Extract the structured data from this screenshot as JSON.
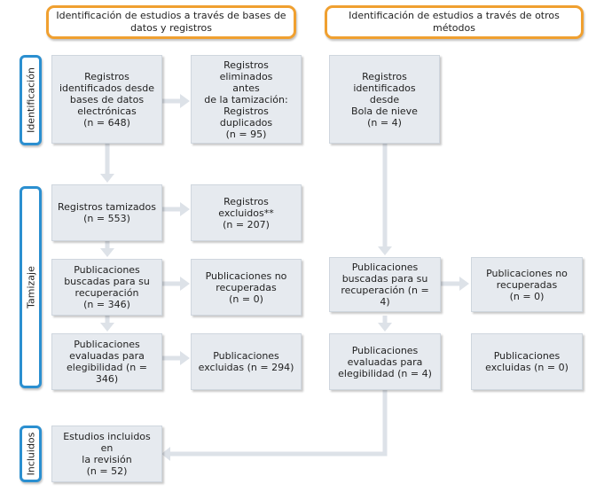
{
  "headers": {
    "databases": "Identificación de estudios a través de bases de datos y registros",
    "other_methods": "Identificación de estudios a través de otros métodos"
  },
  "phases": {
    "identification": "Identificación",
    "screening": "Tamizaje",
    "included": "Incluidos"
  },
  "boxes": {
    "db_identified": "Registros\nidentificados desde\nbases de datos\nelectrónicas\n(n = 648)",
    "db_removed": "Registros eliminados\nantes\nde la tamización:\nRegistros duplicados\n(n = 95)",
    "other_identified": "Registros\nidentificados\ndesde\nBola de nieve\n(n = 4)",
    "db_screened": "Registros tamizados\n(n = 553)",
    "db_excluded": "Registros excluidos**\n(n = 207)",
    "db_sought": "Publicaciones\nbuscadas para su\nrecuperación\n(n = 346)",
    "db_not_retrieved": "Publicaciones no\nrecuperadas\n(n = 0)",
    "other_sought": "Publicaciones\nbuscadas para su\nrecuperación (n = 4)",
    "other_not_retrieved": "Publicaciones no\nrecuperadas\n(n = 0)",
    "db_assessed": "Publicaciones\nevaluadas para\nelegibilidad (n = 346)",
    "db_reports_excluded": "Publicaciones\nexcluidas (n = 294)",
    "other_assessed": "Publicaciones\nevaluadas para\nelegibilidad (n = 4)",
    "other_reports_excluded": "Publicaciones\nexcluidas (n = 0)",
    "included_studies": "Estudios incluidos en\nla revisión\n(n = 52)"
  },
  "colors": {
    "header_border": "#f0a030",
    "phase_border": "#2b8fd0",
    "box_fill": "#e6eaef",
    "arrow": "#dde2e8"
  }
}
